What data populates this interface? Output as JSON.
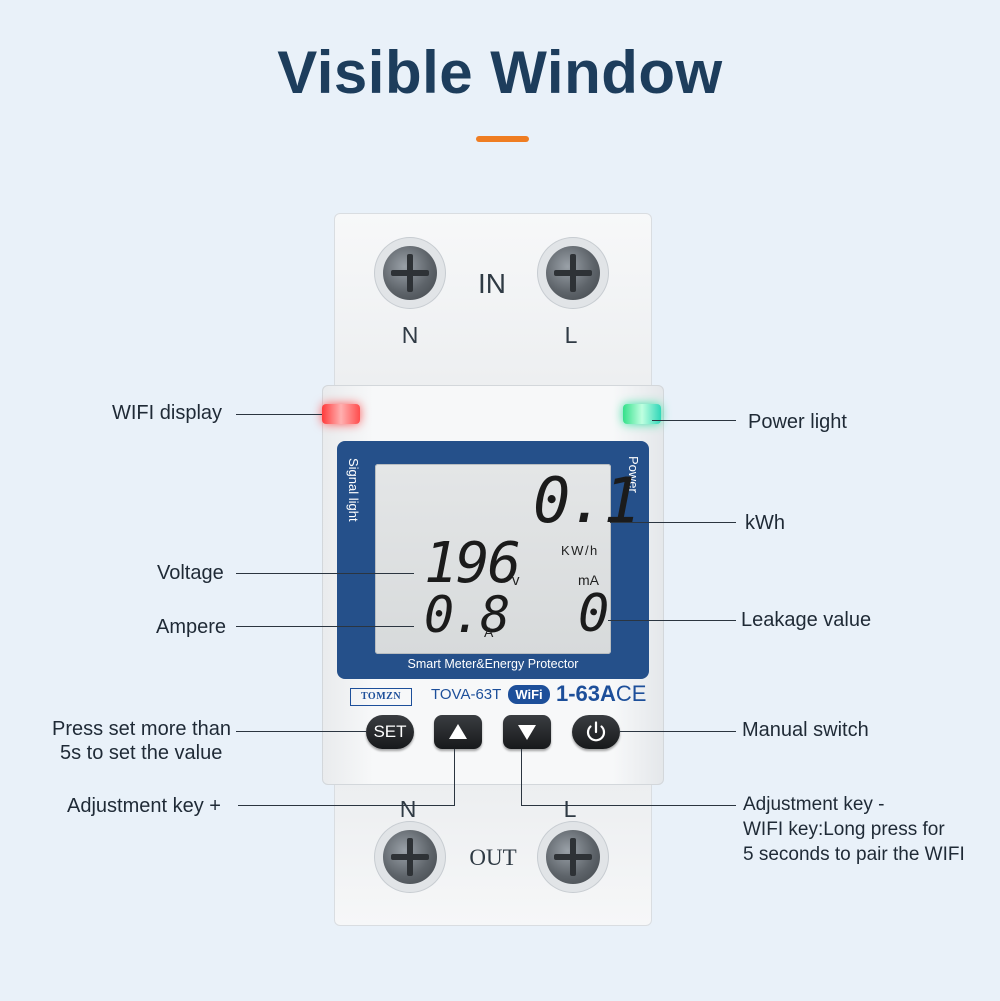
{
  "title": "Visible Window",
  "device": {
    "in_label": "IN",
    "out_label": "OUT",
    "top_n": "N",
    "top_l": "L",
    "bottom_n": "N",
    "bottom_l": "L",
    "signal_light": "Signal light",
    "power_vertical": "Power",
    "caption": "Smart Meter&Energy Protector",
    "brand": "TOMZN",
    "model": "TOVA-63T",
    "wifi_badge": "WiFi",
    "rating": "1-63A",
    "ce_mark": "CE"
  },
  "display": {
    "kwh_value": "0.1",
    "kwh_unit": "KW/h",
    "voltage_value": "196",
    "voltage_unit": "v",
    "ampere_value": "0.8",
    "ampere_unit": "A",
    "leakage_unit": "mA",
    "leakage_value": "0"
  },
  "buttons": {
    "set": "SET"
  },
  "labels": {
    "wifi_display": "WIFI display",
    "power_light": "Power light",
    "kwh": "kWh",
    "voltage": "Voltage",
    "ampere": "Ampere",
    "leakage": "Leakage value",
    "press_set_1": "Press set more than",
    "press_set_2": "5s to set the value",
    "manual_switch": "Manual switch",
    "adj_plus": "Adjustment key +",
    "adj_minus_1": "Adjustment key -",
    "adj_minus_2": "WIFI key:Long press for",
    "adj_minus_3": "5 seconds to pair the WIFI"
  },
  "colors": {
    "accent": "#ef7d22",
    "title": "#1d3d5c",
    "panel": "#25508a"
  }
}
